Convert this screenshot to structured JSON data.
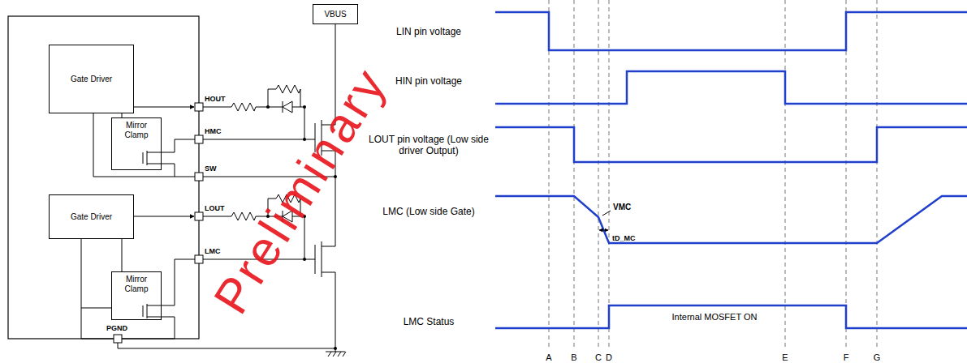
{
  "diagram": {
    "nodes": [
      {
        "text": [
          "Gate Driver"
        ]
      },
      {
        "text": [
          "Mirror Clamp"
        ]
      },
      {
        "text": [
          "Gate Driver"
        ]
      },
      {
        "text": [
          "Mirror Clamp"
        ]
      },
      {
        "text": [
          "VBUS"
        ]
      }
    ],
    "labels": [
      "HOUT",
      "HMC",
      "SW",
      "LOUT",
      "LMC",
      "PGND",
      "LIN pin voltage",
      "HIN pin voltage",
      "LOUT pin voltage (Low side driver Output)",
      "LMC (Low side Gate)",
      "VMC",
      "tD_MC",
      "LMC Status",
      "Internal MOSFET ON",
      "A",
      "B",
      "C",
      "D",
      "E",
      "F",
      "G",
      "Preliminary"
    ]
  }
}
